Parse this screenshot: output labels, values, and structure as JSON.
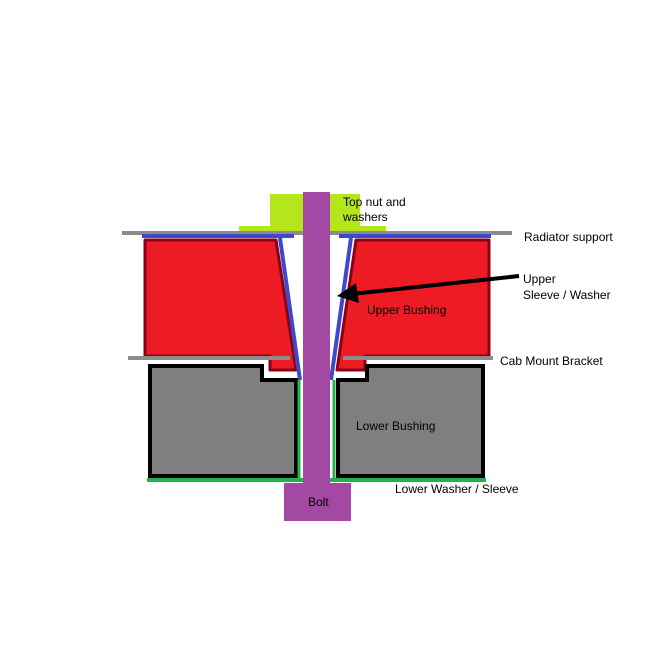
{
  "labels": {
    "top_nut": [
      "Top nut and",
      "washers"
    ],
    "radiator_support": "Radiator support",
    "upper_sleeve": [
      "Upper",
      "Sleeve / Washer"
    ],
    "upper_bushing": "Upper Bushing",
    "cab_mount_bracket": "Cab Mount Bracket",
    "lower_bushing": "Lower Bushing",
    "lower_washer": "Lower Washer / Sleeve",
    "bolt": "Bolt"
  },
  "colors": {
    "radiator_support": "#8c8c8c",
    "cab_mount_bracket": "#8c8c8c",
    "upper_bushing_fill": "#ed1c24",
    "upper_bushing_stroke": "#8b0018",
    "lower_bushing_fill": "#7f7f7f",
    "lower_bushing_stroke": "#000000",
    "upper_sleeve": "#3f48cc",
    "lower_washer": "#22b14c",
    "top_nut": "#b5e61d",
    "bolt": "#a349a4",
    "arrow": "#000000"
  }
}
